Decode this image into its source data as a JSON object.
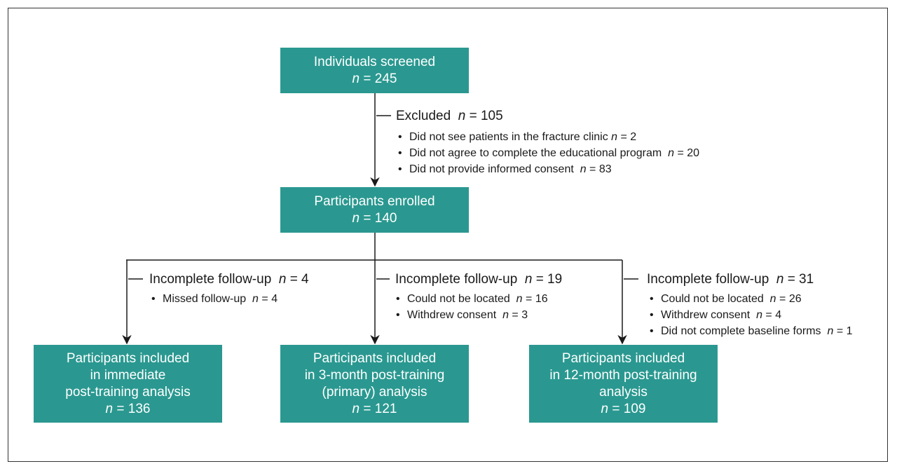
{
  "n_symbol": "n",
  "screened": {
    "label": "Individuals screened",
    "n": "= 245"
  },
  "excluded": {
    "label": "Excluded",
    "n": "= 105",
    "reasons": [
      {
        "text": "Did not see patients in the fracture clinic",
        "n": "= 2"
      },
      {
        "text": "Did not agree to complete the educational program",
        "n": "= 20"
      },
      {
        "text": "Did not provide informed consent",
        "n": "= 83"
      }
    ]
  },
  "enrolled": {
    "label": "Participants enrolled",
    "n": "= 140"
  },
  "arms": [
    {
      "followup": {
        "label": "Incomplete follow-up",
        "n": "= 4",
        "reasons": [
          {
            "text": "Missed follow-up",
            "n": "= 4"
          }
        ]
      },
      "included": {
        "lines": [
          "Participants included",
          "in immediate",
          "post-training analysis"
        ],
        "n": "= 136"
      }
    },
    {
      "followup": {
        "label": "Incomplete follow-up",
        "n": "= 19",
        "reasons": [
          {
            "text": "Could not be located",
            "n": "= 16"
          },
          {
            "text": "Withdrew consent",
            "n": "= 3"
          }
        ]
      },
      "included": {
        "lines": [
          "Participants included",
          "in 3-month post-training",
          "(primary) analysis"
        ],
        "n": "= 121"
      }
    },
    {
      "followup": {
        "label": "Incomplete follow-up",
        "n": "= 31",
        "reasons": [
          {
            "text": "Could not be located",
            "n": "= 26"
          },
          {
            "text": "Withdrew consent",
            "n": "= 4"
          },
          {
            "text": "Did not complete baseline forms",
            "n": "= 1"
          }
        ]
      },
      "included": {
        "lines": [
          "Participants included",
          "in 12-month post-training",
          "analysis"
        ],
        "n": "= 109"
      }
    }
  ],
  "colors": {
    "box": "#2a9890",
    "line": "#1a1a1a"
  }
}
